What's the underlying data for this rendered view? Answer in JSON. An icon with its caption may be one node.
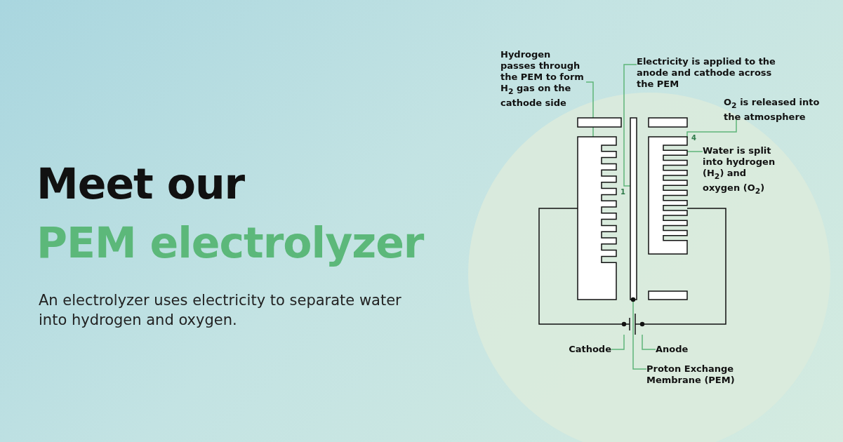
{
  "diagram": {
    "title": "Meet our PEM electrolyzer",
    "nodes": [
      {
        "text": [
          "Hydrogen passes through the PEM to form H$_{2}$ gas on the cathode side"
        ]
      },
      {
        "text": [
          "Electricity is applied to the anode and cathode across the PEM"
        ]
      },
      {
        "text": [
          "O$_{2}$ is released into the atmosphere"
        ]
      },
      {
        "text": [
          "Water is split into hydrogen (H$_{2}$) and oxygen (O$_{2}$)"
        ]
      },
      {
        "text": [
          "Cathode"
        ]
      },
      {
        "text": [
          "Anode"
        ]
      },
      {
        "text": [
          "Proton Exchange Membrane (PEM)"
        ]
      },
      {
        "text": [],
        "shape": "box"
      },
      {
        "text": [],
        "shape": "bar"
      },
      {
        "text": [],
        "shape": "box"
      },
      {
        "text": [],
        "shape": "battery"
      }
    ],
    "edges": [
      {
        "from": 0,
        "to": 7,
        "arrow": "none"
      },
      {
        "from": 1,
        "to": 8,
        "arrow": "none"
      },
      {
        "from": 2,
        "to": 9,
        "arrow": "none"
      },
      {
        "from": 3,
        "to": 9,
        "arrow": "none"
      },
      {
        "from": 4,
        "to": 10,
        "arrow": "none"
      },
      {
        "from": 5,
        "to": 10,
        "arrow": "none"
      },
      {
        "from": 6,
        "to": 8,
        "arrow": "none"
      },
      {
        "from": 7,
        "to": 10,
        "arrow": "none",
        "color": "#111111"
      },
      {
        "from": 9,
        "to": 10,
        "arrow": "none",
        "color": "#111111"
      }
    ],
    "labels": [
      "An electrolyzer uses electricity to separate water into hydrogen and oxygen.",
      "4",
      "1"
    ]
  }
}
